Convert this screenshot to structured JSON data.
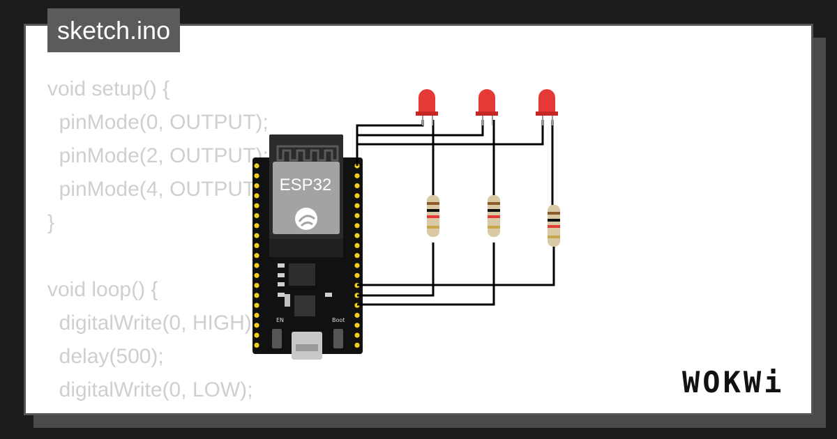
{
  "file": {
    "name": "sketch.ino"
  },
  "code": {
    "lines": [
      "void setup() {",
      "  pinMode(0, OUTPUT);",
      "  pinMode(2, OUTPUT);",
      "  pinMode(4, OUTPUT);",
      "}",
      "",
      "void loop() {",
      "  digitalWrite(0, HIGH);",
      "  delay(500);",
      "  digitalWrite(0, LOW);"
    ]
  },
  "board": {
    "label": "ESP32",
    "en_label": "EN",
    "boot_label": "Boot"
  },
  "brand": {
    "name": "WOKWi"
  },
  "colors": {
    "background": "#1c1c1c",
    "card": "#ffffff",
    "tab": "#5b5b5b",
    "code_text": "#cfcfcf",
    "board": "#111111",
    "pin": "#f2cf1e",
    "led": "#e53935",
    "wire": "#000000"
  },
  "icons": [
    "wifi-antenna-icon",
    "espressif-logo-icon",
    "usb-port-icon"
  ]
}
